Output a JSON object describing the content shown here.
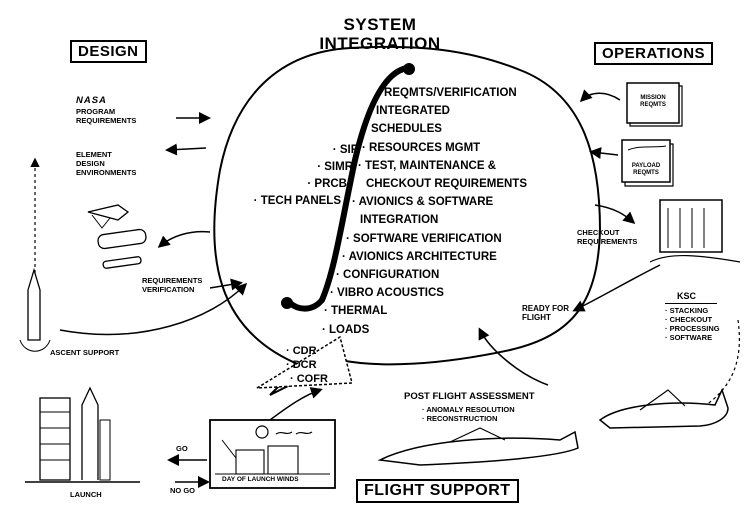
{
  "title": {
    "line1": "SYSTEM",
    "line2": "INTEGRATION"
  },
  "section_labels": {
    "design": "DESIGN",
    "operations": "OPERATIONS",
    "flight_support": "FLIGHT SUPPORT"
  },
  "design_inputs": {
    "nasa_logo": "NASA",
    "program_requirements": [
      "PROGRAM",
      "REQUIREMENTS"
    ],
    "element_design_environments": [
      "ELEMENT",
      "DESIGN",
      "ENVIRONMENTS"
    ],
    "requirements_verification": [
      "REQUIREMENTS",
      "VERIFICATION"
    ],
    "ascent_support": "ASCENT SUPPORT"
  },
  "left_list": [
    "SIR",
    "SIMR",
    "PRCB",
    "TECH PANELS"
  ],
  "right_list": [
    "REQMTS/VERIFICATION",
    "INTEGRATED",
    "SCHEDULES",
    "RESOURCES MGMT",
    "TEST, MAINTENANCE &",
    "CHECKOUT REQUIREMENTS",
    "AVIONICS & SOFTWARE",
    "INTEGRATION",
    "SOFTWARE VERIFICATION",
    "AVIONICS ARCHITECTURE",
    "CONFIGURATION",
    "VIBRO ACOUSTICS",
    "THERMAL",
    "LOADS"
  ],
  "reviews": [
    "CDR",
    "DCR",
    "COFR"
  ],
  "operations_inputs": {
    "mission_reqmts": [
      "MISSION",
      "REQMTS"
    ],
    "payload_reqmts": [
      "PAYLOAD",
      "REQMTS"
    ],
    "checkout_requirements": [
      "CHECKOUT",
      "REQUIREMENTS"
    ],
    "ready_for_flight": [
      "READY FOR",
      "FLIGHT"
    ]
  },
  "ksc": {
    "heading": "KSC",
    "items": [
      "STACKING",
      "CHECKOUT",
      "PROCESSING",
      "SOFTWARE"
    ]
  },
  "post_flight": {
    "heading": "POST FLIGHT ASSESSMENT",
    "items": [
      "ANOMALY RESOLUTION",
      "RECONSTRUCTION"
    ]
  },
  "launch_decision": {
    "go": "GO",
    "no_go": "NO GO",
    "day_of_launch_winds": "DAY OF LAUNCH WINDS",
    "launch": "LAUNCH"
  }
}
